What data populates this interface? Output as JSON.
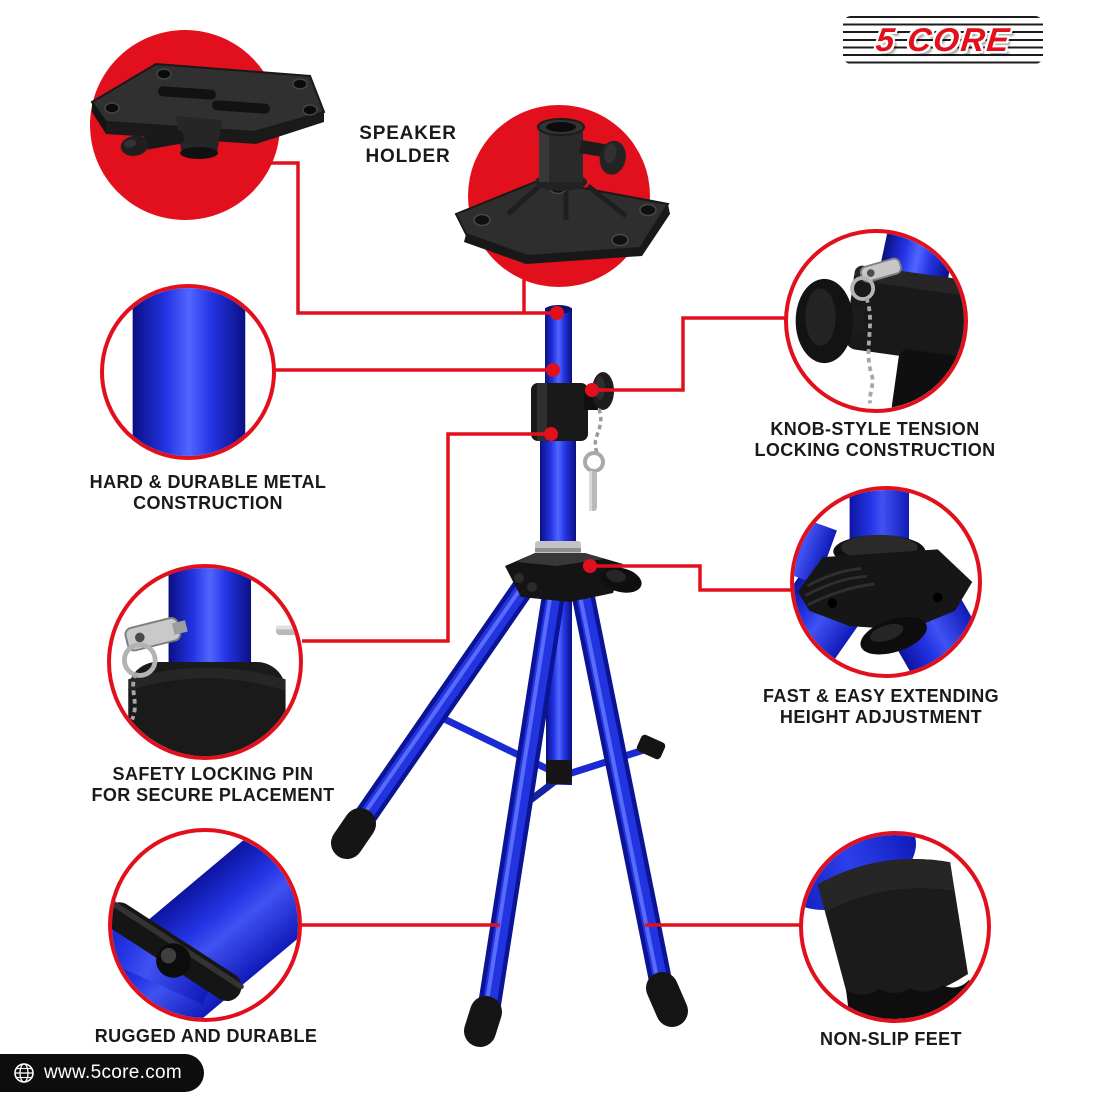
{
  "colors": {
    "red": "#e2101c",
    "blue": "#2134e0",
    "blue_dark": "#0a1082",
    "ink": "#1a1a1a",
    "silver": "#b9b9b9"
  },
  "brand": {
    "logo_text": "5 CORE",
    "website": "www.5core.com"
  },
  "callouts": {
    "speaker_holder": {
      "lines": [
        "SPEAKER",
        "HOLDER"
      ]
    },
    "hard_durable": {
      "lines": [
        "HARD & DURABLE METAL",
        "CONSTRUCTION"
      ]
    },
    "safety_pin": {
      "lines": [
        "SAFETY LOCKING PIN",
        "FOR SECURE PLACEMENT"
      ]
    },
    "rugged": {
      "lines": [
        "RUGGED AND DURABLE"
      ]
    },
    "knob_tension": {
      "lines": [
        "KNOB-STYLE TENSION",
        "LOCKING CONSTRUCTION"
      ]
    },
    "height_adjust": {
      "lines": [
        "FAST & EASY EXTENDING",
        "HEIGHT ADJUSTMENT"
      ]
    },
    "non_slip": {
      "lines": [
        "NON-SLIP FEET"
      ]
    }
  }
}
